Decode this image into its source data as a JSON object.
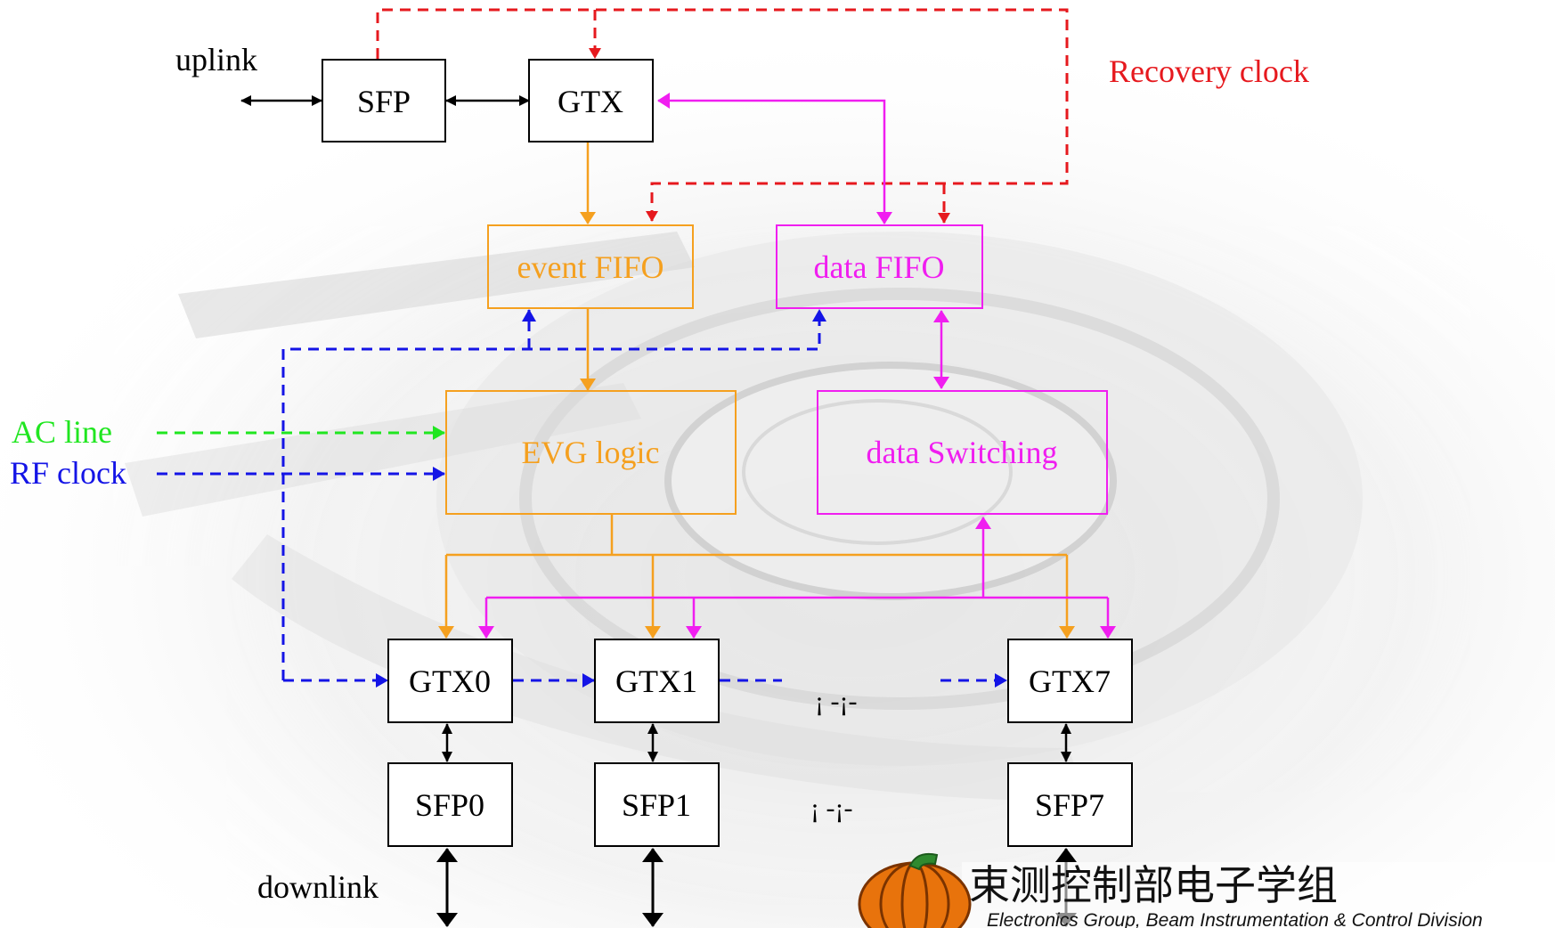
{
  "colors": {
    "black": "#000000",
    "red": "#e6191e",
    "orange": "#f5a01f",
    "magenta": "#f01ef0",
    "blue": "#1414e6",
    "green": "#20e620",
    "background_photo": "#d8d8d8"
  },
  "labels": {
    "uplink": "uplink",
    "downlink": "downlink",
    "recovery_clock": "Recovery clock",
    "ac_line": "AC line",
    "rf_clock": "RF clock",
    "ellipsis_gtx": "¡ -¡-",
    "ellipsis_sfp": "¡ -¡-"
  },
  "blocks": {
    "sfp": "SFP",
    "gtx": "GTX",
    "event_fifo": "event FIFO",
    "data_fifo": "data FIFO",
    "evg_logic": "EVG logic",
    "data_switching": "data Switching",
    "gtx0": "GTX0",
    "gtx1": "GTX1",
    "gtx7": "GTX7",
    "sfp0": "SFP0",
    "sfp1": "SFP1",
    "sfp7": "SFP7"
  },
  "footer": {
    "logo_icon": "pumpkin-logo-icon",
    "chinese_title": "束测控制部电子学组",
    "english_subtitle": "Electronics Group, Beam Instrumentation & Control Division"
  }
}
